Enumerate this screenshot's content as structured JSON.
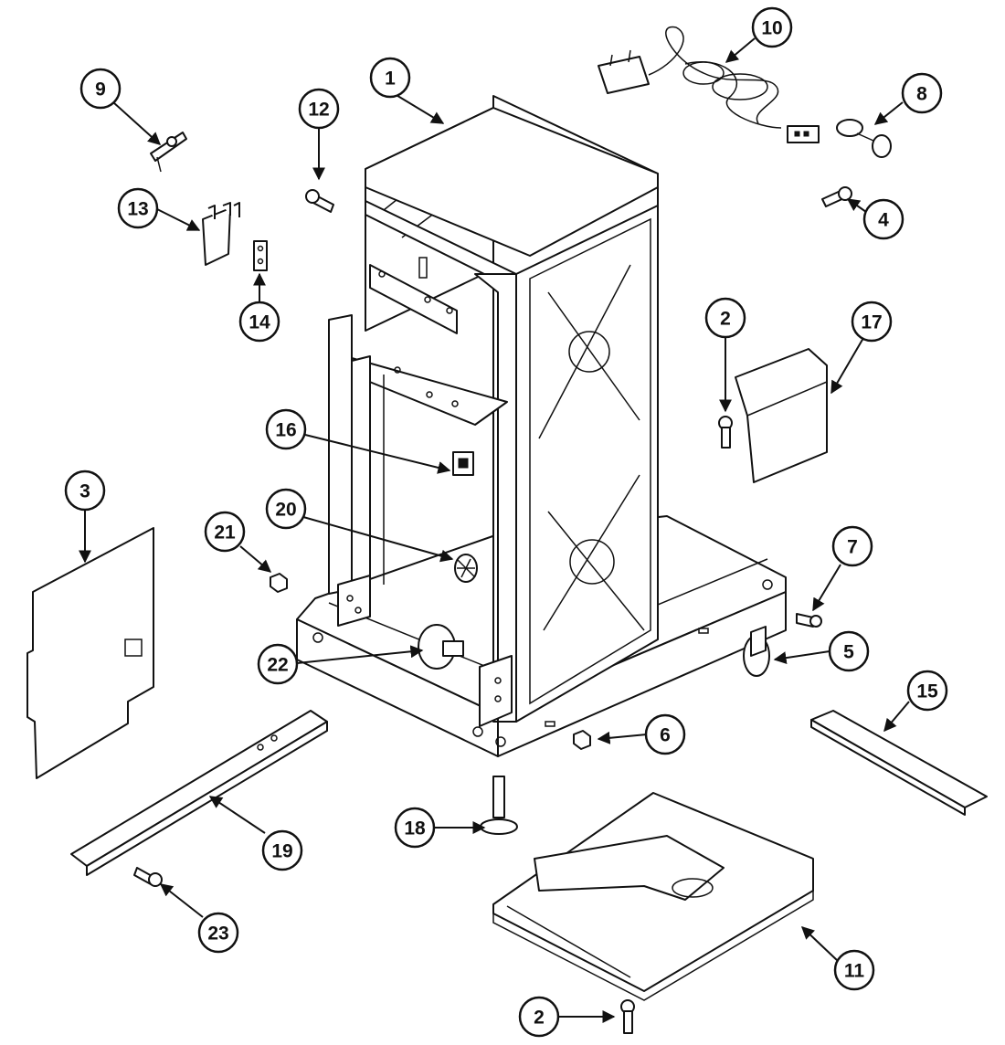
{
  "diagram": {
    "callouts": [
      {
        "id": "c1",
        "label": "1"
      },
      {
        "id": "c2a",
        "label": "2"
      },
      {
        "id": "c2b",
        "label": "2"
      },
      {
        "id": "c3",
        "label": "3"
      },
      {
        "id": "c4",
        "label": "4"
      },
      {
        "id": "c5",
        "label": "5"
      },
      {
        "id": "c6",
        "label": "6"
      },
      {
        "id": "c7",
        "label": "7"
      },
      {
        "id": "c8",
        "label": "8"
      },
      {
        "id": "c9",
        "label": "9"
      },
      {
        "id": "c10",
        "label": "10"
      },
      {
        "id": "c11",
        "label": "11"
      },
      {
        "id": "c12",
        "label": "12"
      },
      {
        "id": "c13",
        "label": "13"
      },
      {
        "id": "c14",
        "label": "14"
      },
      {
        "id": "c15",
        "label": "15"
      },
      {
        "id": "c16",
        "label": "16"
      },
      {
        "id": "c17",
        "label": "17"
      },
      {
        "id": "c18",
        "label": "18"
      },
      {
        "id": "c19",
        "label": "19"
      },
      {
        "id": "c20",
        "label": "20"
      },
      {
        "id": "c21",
        "label": "21"
      },
      {
        "id": "c22",
        "label": "22"
      },
      {
        "id": "c23",
        "label": "23"
      }
    ]
  }
}
